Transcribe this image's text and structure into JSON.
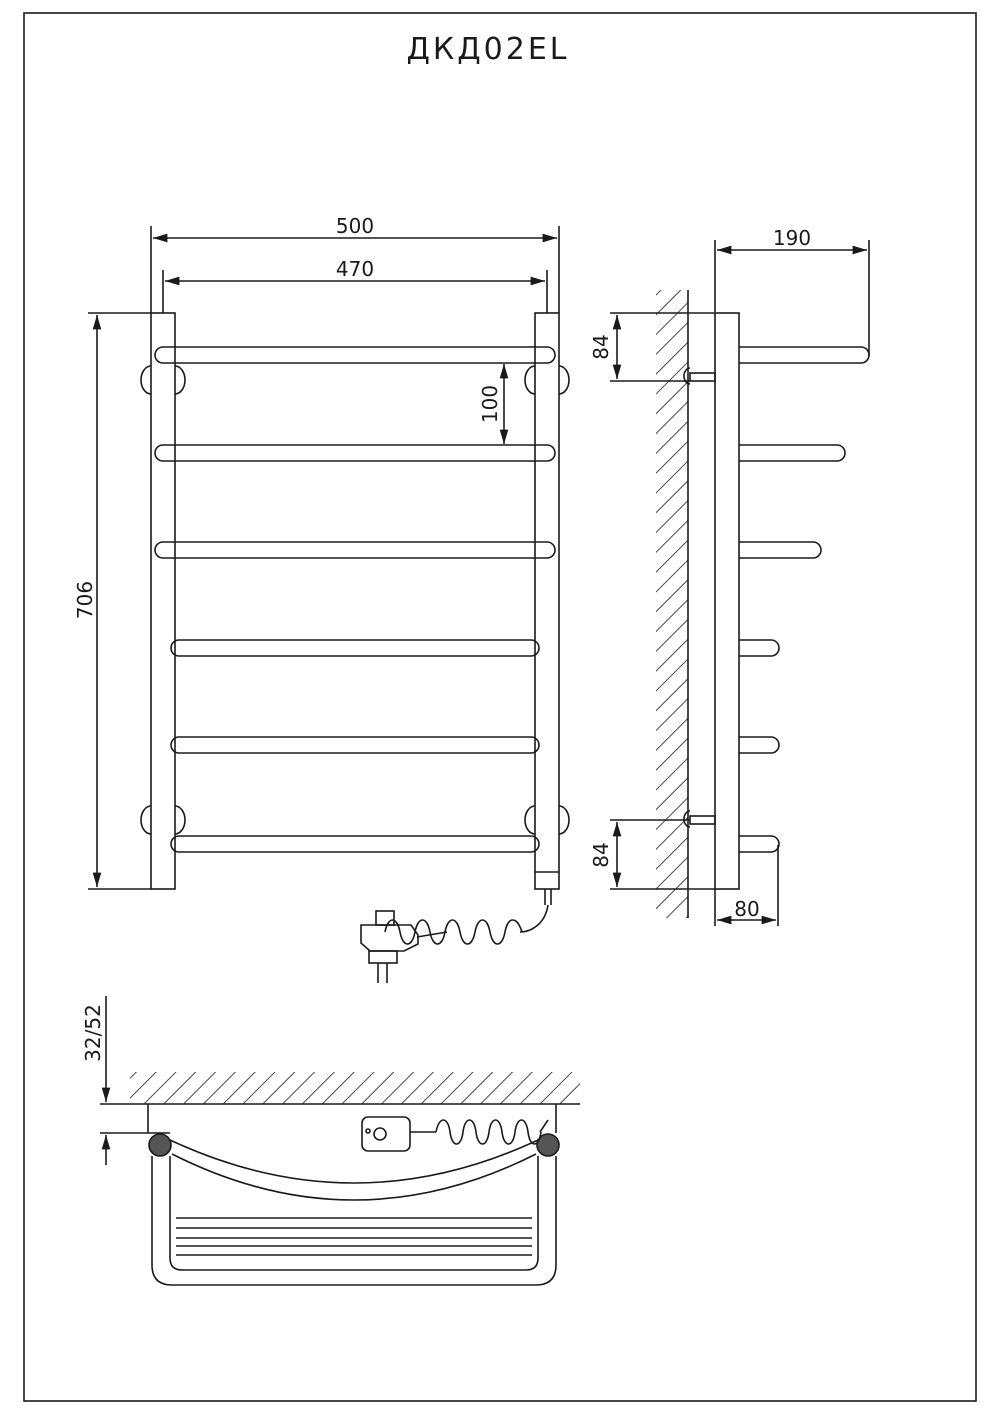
{
  "title": "ДКД02EL",
  "front_view": {
    "width_outer": "500",
    "width_inner": "470",
    "height": "706",
    "rung_spacing": "100",
    "rungs": 6
  },
  "side_view": {
    "depth": "190",
    "top_offset": "84",
    "bottom_offset": "84",
    "mount_depth": "80"
  },
  "top_view": {
    "wall_gap": "32/52"
  },
  "colors": {
    "line": "#1a1a1a",
    "background": "#ffffff"
  }
}
